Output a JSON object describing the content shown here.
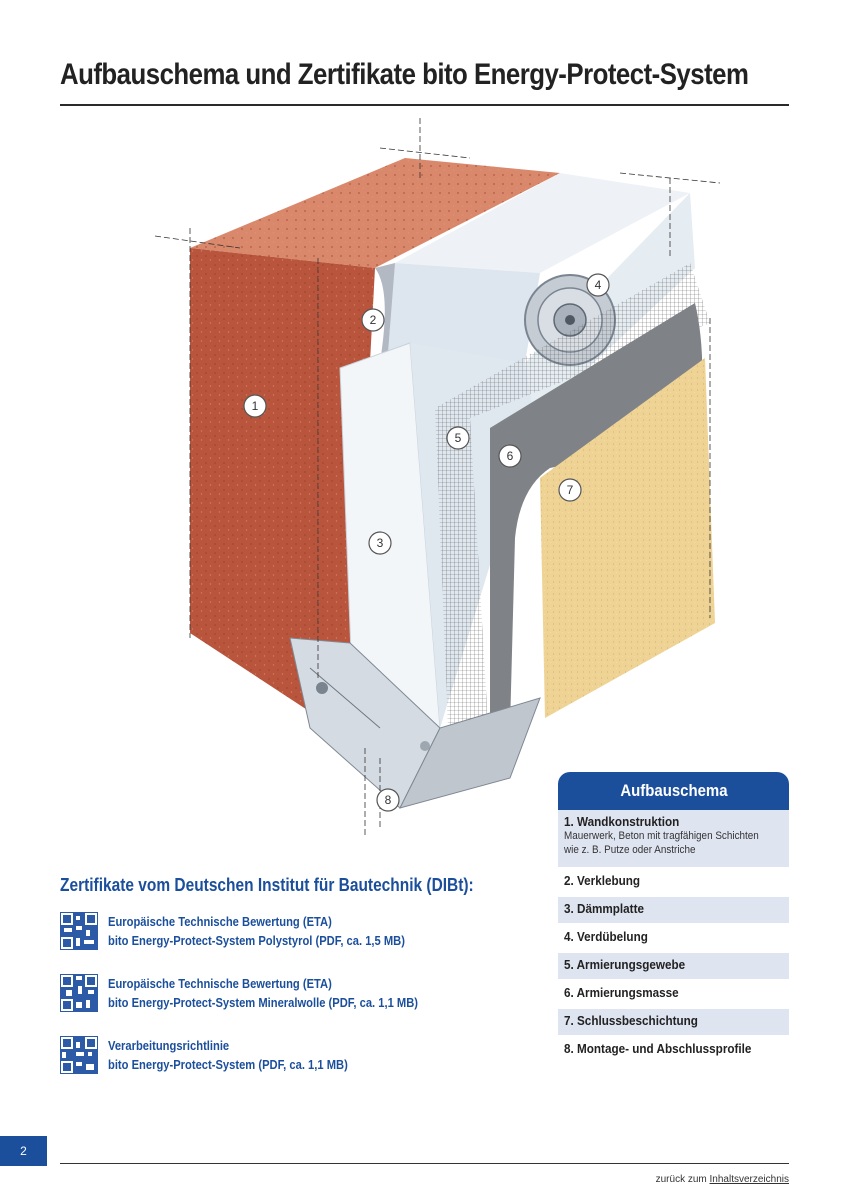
{
  "title": "Aufbauschema und Zertifikate bito Energy-Protect-System",
  "diagram": {
    "callouts": [
      "1",
      "2",
      "3",
      "4",
      "5",
      "6",
      "7",
      "8"
    ]
  },
  "legend": {
    "heading": "Aufbauschema",
    "items": [
      {
        "title": "1. Wandkonstruktion",
        "desc1": "Mauerwerk, Beton mit tragfähigen Schichten",
        "desc2": "wie z. B. Putze oder Anstriche"
      },
      {
        "title": "2. Verklebung"
      },
      {
        "title": "3. Dämmplatte"
      },
      {
        "title": "4. Verdübelung"
      },
      {
        "title": "5. Armierungsgewebe"
      },
      {
        "title": "6. Armierungsmasse"
      },
      {
        "title": "7. Schlussbeschichtung"
      },
      {
        "title": "8. Montage- und Abschlussprofile"
      }
    ]
  },
  "certificates": {
    "heading": "Zertifikate vom Deutschen Institut für Bautechnik (DIBt):",
    "items": [
      {
        "line1": "Europäische Technische Bewertung (ETA)",
        "line2": "bito Energy-Protect-System Polystyrol (PDF, ca. 1,5 MB)"
      },
      {
        "line1": "Europäische Technische Bewertung (ETA)",
        "line2": "bito Energy-Protect-System Mineralwolle (PDF, ca. 1,1 MB)"
      },
      {
        "line1": "Verarbeitungsrichtlinie",
        "line2": "bito Energy-Protect-System (PDF, ca. 1,1 MB)"
      }
    ]
  },
  "footer": {
    "page_number": "2",
    "back_prefix": "zurück zum ",
    "back_link": "Inhaltsverzeichnis"
  },
  "colors": {
    "brand_blue": "#1b4f9c",
    "legend_shade": "#dfe4f1"
  }
}
